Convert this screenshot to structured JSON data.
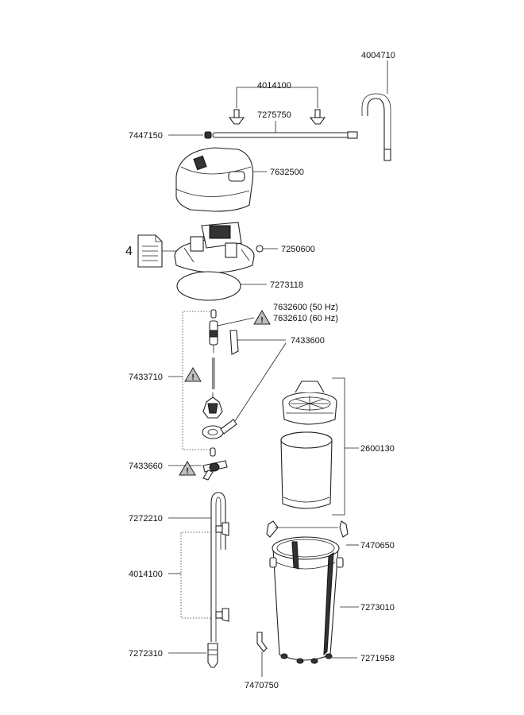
{
  "callout_number": "4",
  "labels": {
    "p4004710": "4004710",
    "p4014100_top": "4014100",
    "p7275750": "7275750",
    "p7447150": "7447150",
    "p7632500": "7632500",
    "p7250600": "7250600",
    "p7273118": "7273118",
    "p7632600": "7632600 (50 Hz)",
    "p7632610": "7632610 (60 Hz)",
    "p7433600": "7433600",
    "p7433710": "7433710",
    "p2600130": "2600130",
    "p7433660": "7433660",
    "p7272210": "7272210",
    "p7470650": "7470650",
    "p4014100_bottom": "4014100",
    "p7273010": "7273010",
    "p7272310": "7272310",
    "p7271958": "7271958",
    "p7470750": "7470750"
  },
  "icons": {
    "warning": "warning-triangle-icon",
    "document": "document-icon"
  }
}
